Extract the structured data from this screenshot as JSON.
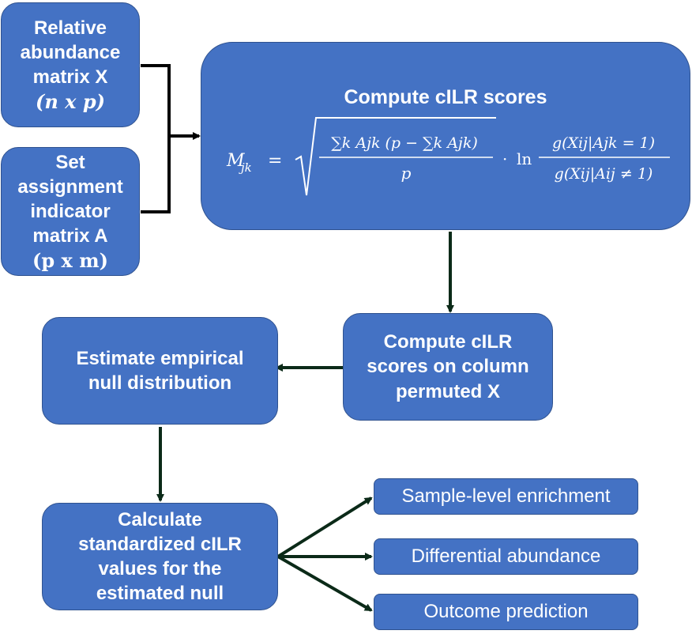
{
  "inputs": {
    "relative_abundance": {
      "lines": [
        "Relative",
        "abundance",
        "matrix X"
      ],
      "dims": "(n x p)"
    },
    "assignment": {
      "lines": [
        "Set",
        "assignment",
        "indicator",
        "matrix A"
      ],
      "dims": "(p x m)"
    }
  },
  "compute_box": {
    "title": "Compute cILR scores",
    "formula": {
      "lhs_var": "M",
      "lhs_sub": "jk",
      "equals": "=",
      "numerator": "∑k Ajk (p − ∑k Ajk)",
      "denominator": "p",
      "dot": "·",
      "ln": "ln",
      "ratio_numerator": "g(Xij|Ajk = 1)",
      "ratio_denominator": "g(Xij|Aij ≠ 1)"
    }
  },
  "permuted_box": {
    "lines": [
      "Compute cILR",
      "scores on column",
      "permuted X"
    ]
  },
  "null_box": {
    "lines": [
      "Estimate empirical",
      "null distribution"
    ]
  },
  "standardize_box": {
    "lines": [
      "Calculate",
      "standardized cILR",
      "values for the",
      "estimated null"
    ]
  },
  "outputs": [
    {
      "label": "Sample-level enrichment"
    },
    {
      "label": "Differential abundance"
    },
    {
      "label": "Outcome prediction"
    }
  ],
  "colors": {
    "box_fill": "#4472c4",
    "box_border": "#2f528f",
    "text": "#ffffff",
    "connector_black": "#000000",
    "connector_dark_green": "#0b2a18"
  }
}
